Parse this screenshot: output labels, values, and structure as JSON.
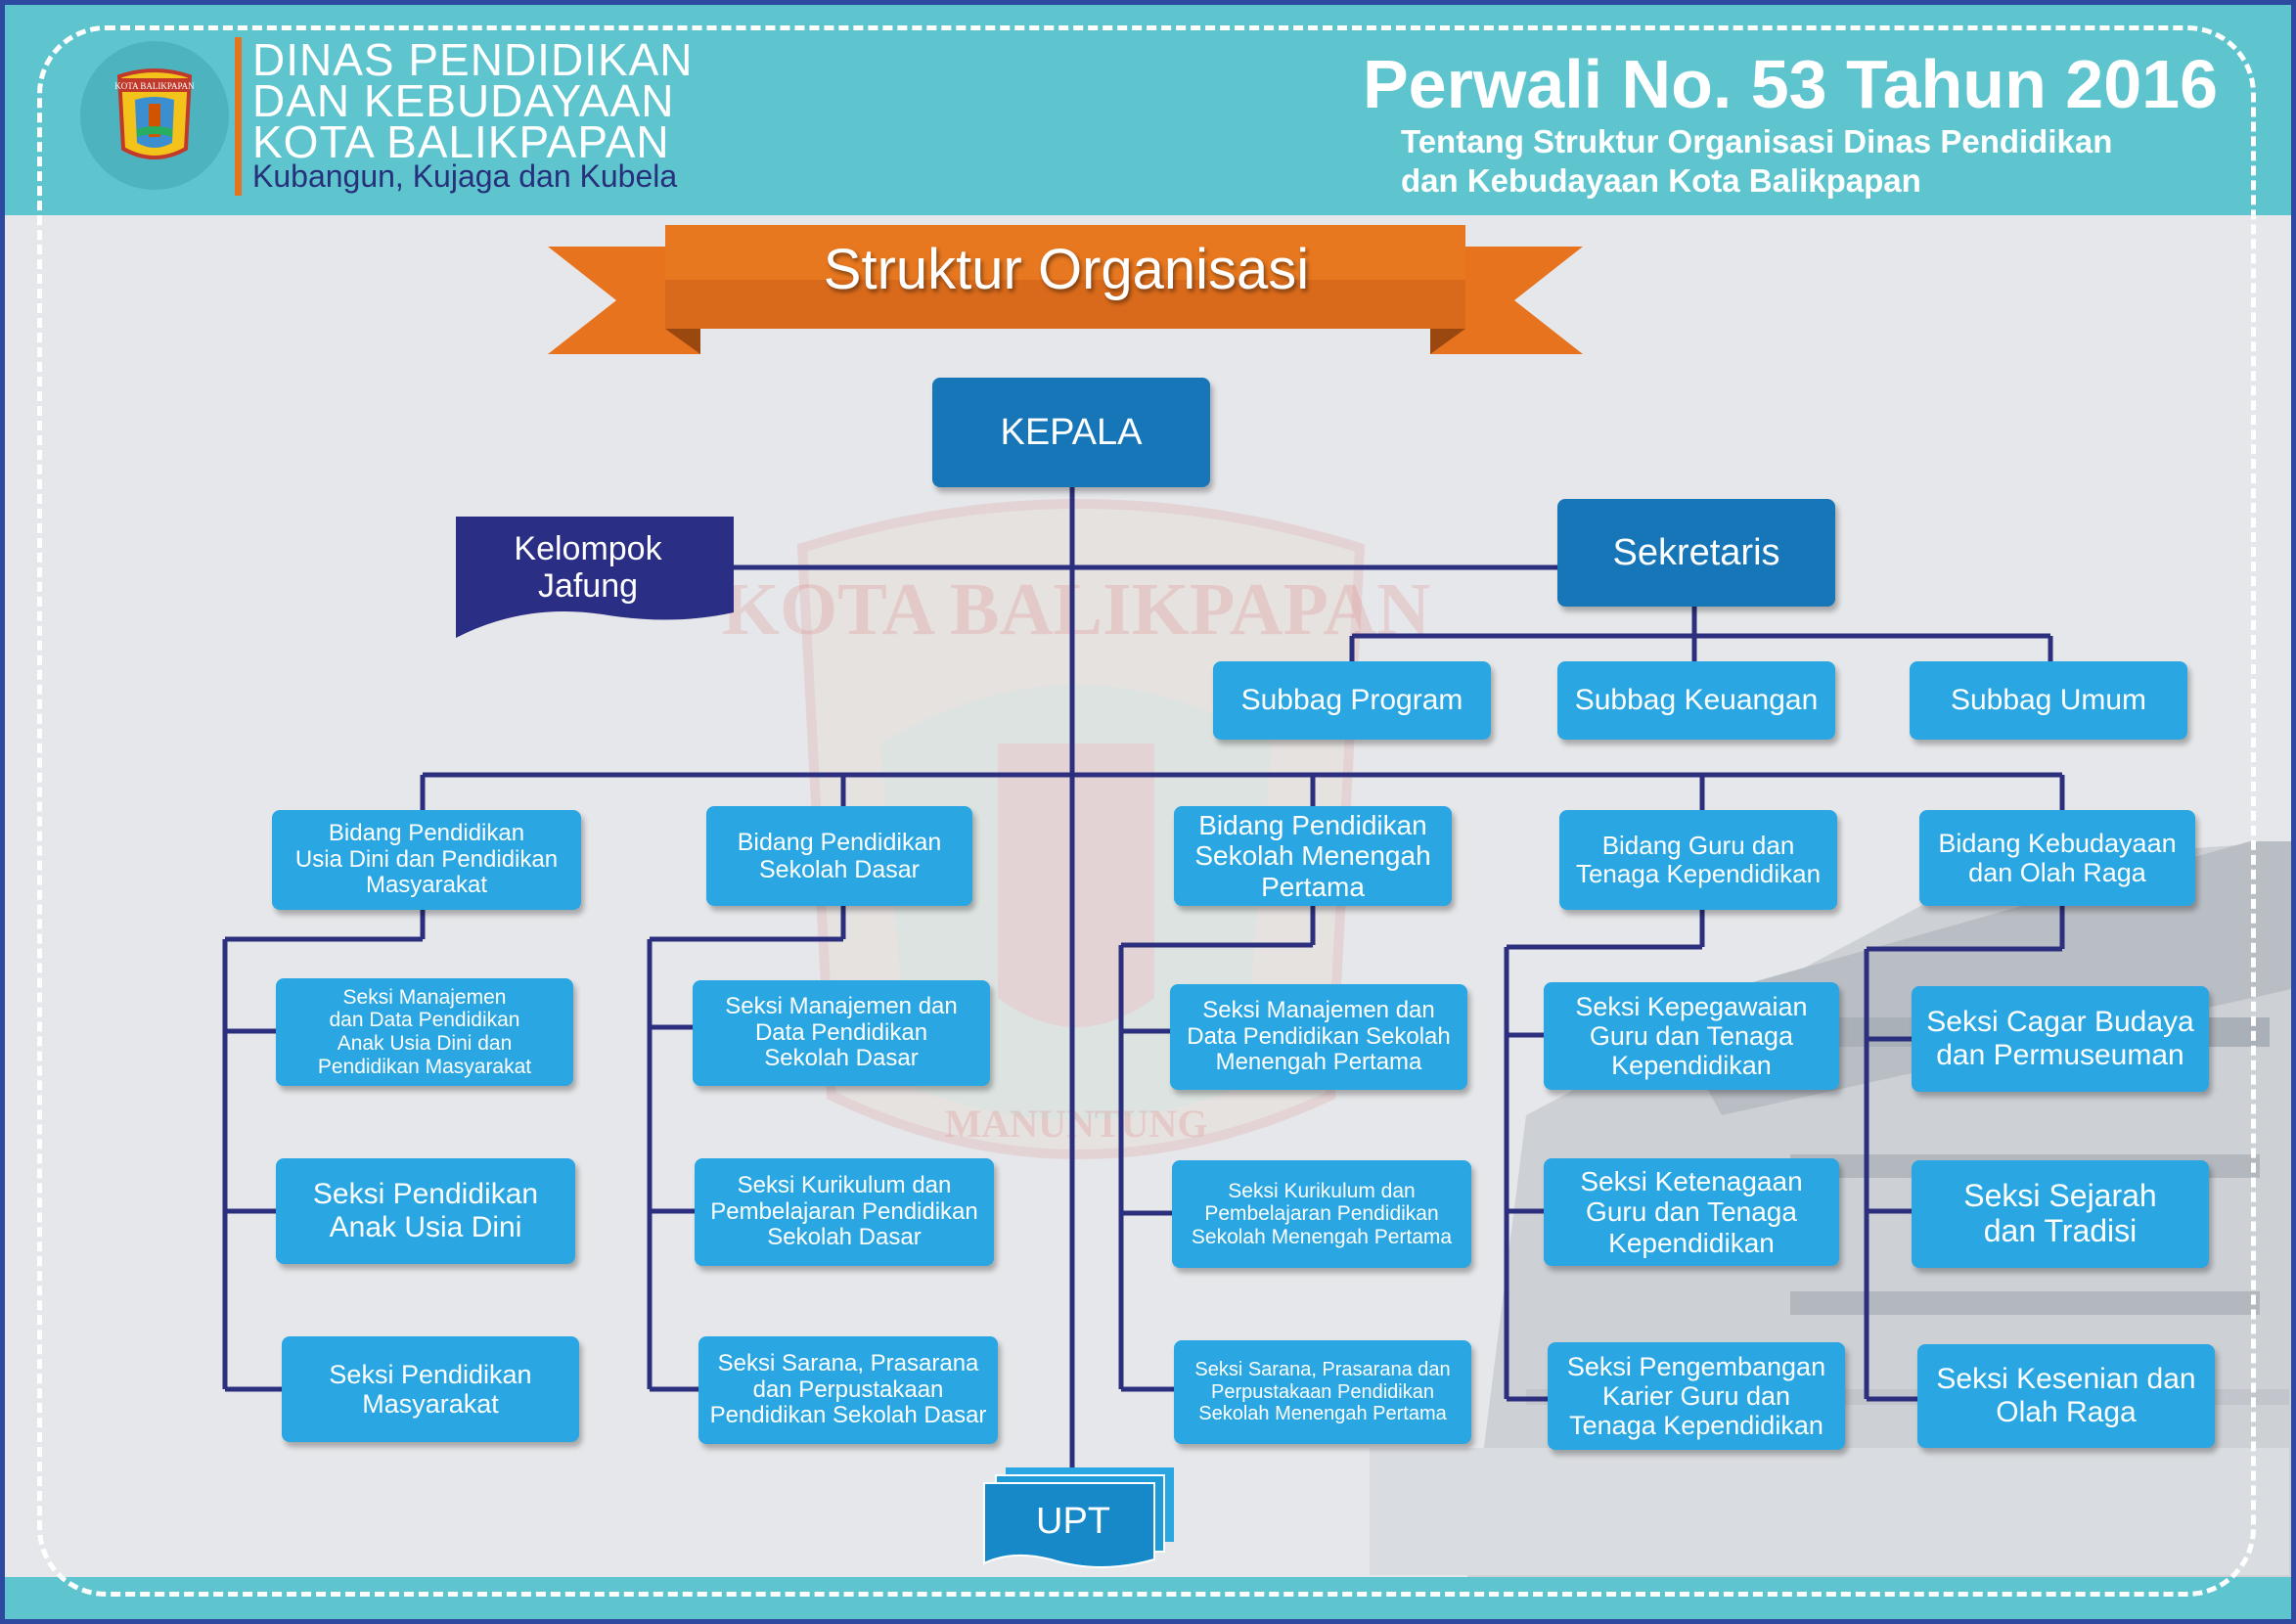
{
  "header": {
    "org_lines": [
      "DINAS PENDIDIKAN",
      "DAN KEBUDAYAAN",
      "KOTA BALIKPAPAN"
    ],
    "tagline": "Kubangun, Kujaga dan Kubela",
    "perwali_title": "Perwali No. 53 Tahun 2016",
    "perwali_sub": [
      "Tentang Struktur Organisasi Dinas Pendidikan",
      "dan Kebudayaan Kota Balikpapan"
    ],
    "logo_text": "KOTA BALIKPAPAN"
  },
  "banner": {
    "title": "Struktur Organisasi"
  },
  "watermark": {
    "top_text": "KOTA BALIKPAPAN",
    "bottom_text": "MANUNTUNG"
  },
  "colors": {
    "header": "#5ec5cf",
    "dark_box": "#1776b8",
    "light_box": "#2aa7e2",
    "line": "#2b2f7d",
    "jafung": "#2a2e84",
    "banner": "#e8731f"
  },
  "chart": {
    "kepala": "KEPALA",
    "kelompok_jafung": "Kelompok\nJafung",
    "sekretaris": "Sekretaris",
    "subbag": [
      "Subbag Program",
      "Subbag Keuangan",
      "Subbag Umum"
    ],
    "upt": "UPT",
    "bidang": [
      {
        "title": "Bidang Pendidikan\nUsia Dini dan Pendidikan\nMasyarakat",
        "seksi": [
          "Seksi Manajemen\ndan Data Pendidikan\nAnak Usia Dini dan\nPendidikan Masyarakat",
          "Seksi Pendidikan\nAnak Usia Dini",
          "Seksi Pendidikan\nMasyarakat"
        ]
      },
      {
        "title": "Bidang Pendidikan\nSekolah Dasar",
        "seksi": [
          "Seksi Manajemen dan\nData Pendidikan\nSekolah Dasar",
          "Seksi Kurikulum dan\nPembelajaran Pendidikan\nSekolah Dasar",
          "Seksi Sarana, Prasarana\ndan Perpustakaan\nPendidikan Sekolah Dasar"
        ]
      },
      {
        "title": "Bidang Pendidikan\nSekolah Menengah\nPertama",
        "seksi": [
          "Seksi Manajemen dan\nData Pendidikan Sekolah\nMenengah Pertama",
          "Seksi Kurikulum dan\nPembelajaran Pendidikan\nSekolah Menengah Pertama",
          "Seksi Sarana, Prasarana dan\nPerpustakaan Pendidikan\nSekolah  Menengah Pertama"
        ]
      },
      {
        "title": "Bidang Guru dan\nTenaga Kependidikan",
        "seksi": [
          "Seksi Kepegawaian\nGuru dan Tenaga\nKependidikan",
          "Seksi Ketenagaan\nGuru dan Tenaga\nKependidikan",
          "Seksi Pengembangan\nKarier Guru dan\nTenaga Kependidikan"
        ]
      },
      {
        "title": "Bidang Kebudayaan\ndan Olah Raga",
        "seksi": [
          "Seksi Cagar Budaya\ndan Permuseuman",
          "Seksi Sejarah\ndan Tradisi",
          "Seksi Kesenian dan\nOlah Raga"
        ]
      }
    ]
  }
}
